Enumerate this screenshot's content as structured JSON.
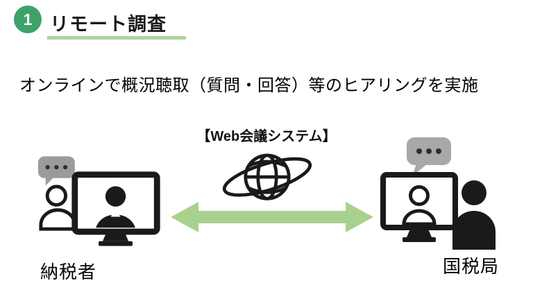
{
  "header": {
    "number": "1",
    "title": "リモート調査"
  },
  "description": "オンラインで概況聴取（質問・回答）等のヒアリングを実施",
  "diagram": {
    "system_label": "【Web会議システム】",
    "taxpayer_label": "納税者",
    "tax_office_label": "国税局",
    "connection": "bidirectional-arrow between taxpayer and tax office through web conference system"
  },
  "colors": {
    "badge_green": "#3fa268",
    "underline_green": "#aed49a",
    "arrow_green": "#a9d18e",
    "bubble_gray": "#9b9b9b",
    "bubble_gray_2": "#a8a8a8",
    "dot_gray": "#2e2e2e",
    "ink": "#1a1a1a"
  }
}
